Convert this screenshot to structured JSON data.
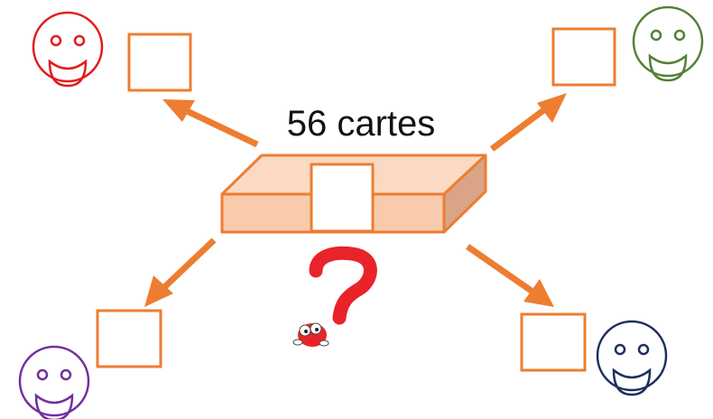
{
  "diagram": {
    "deck_label": "56 cartes",
    "colors": {
      "arrow": "#ED7D31",
      "box_front": "#F8CBAD",
      "box_top": "#FBD9C2",
      "box_side": "#D9A487",
      "player_top_left": "#E31B1B",
      "player_top_right": "#538135",
      "player_bottom_left": "#7030A0",
      "player_bottom_right": "#1F2F5E",
      "question_mark": "#E8242A"
    },
    "players": [
      {
        "id": "top-left",
        "icon": "smiley-face-icon"
      },
      {
        "id": "top-right",
        "icon": "smiley-face-icon"
      },
      {
        "id": "bottom-left",
        "icon": "smiley-face-icon"
      },
      {
        "id": "bottom-right",
        "icon": "smiley-face-icon"
      }
    ],
    "center_icon": "question-mark-character-icon"
  }
}
